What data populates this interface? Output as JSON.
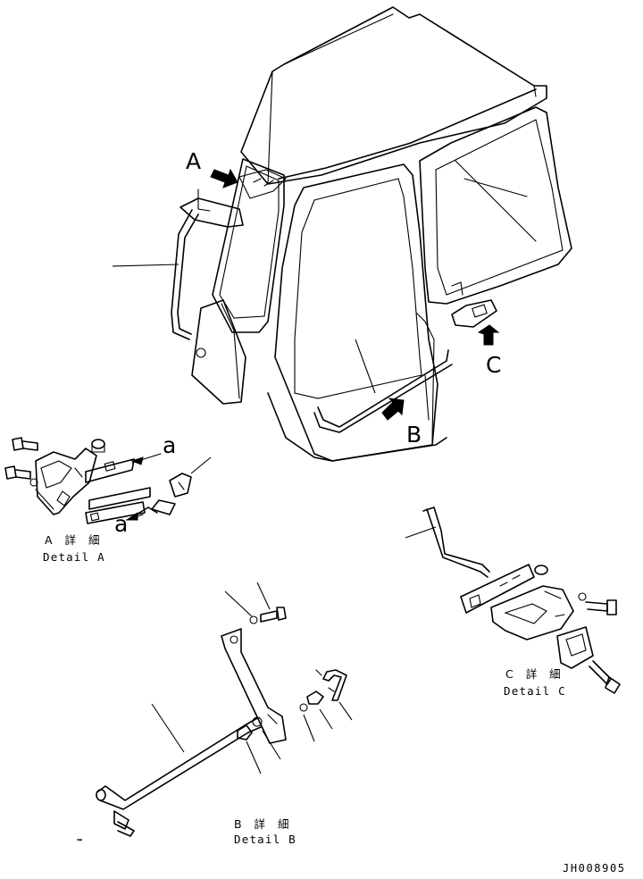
{
  "callouts": {
    "view_a": "A",
    "view_b": "B",
    "view_c": "C",
    "pointer_a_upper": "a",
    "pointer_a_lower": "a"
  },
  "details": {
    "a": {
      "jp": "A 詳 細",
      "en": "Detail A"
    },
    "b": {
      "jp": "B 詳 細",
      "en": "Detail B"
    },
    "c": {
      "jp": "C 詳 細",
      "en": "Detail C"
    }
  },
  "bottom_left_mark": "-",
  "drawing_number": "JH008905"
}
